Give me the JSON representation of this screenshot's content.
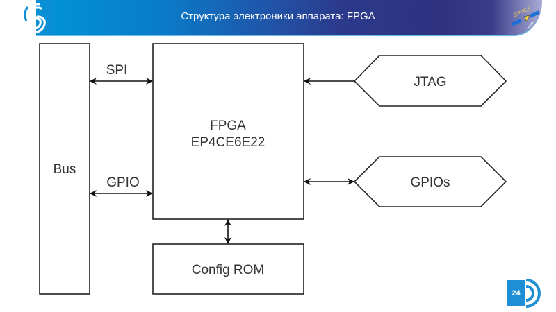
{
  "header": {
    "title": "Структура электроники аппарата: FPGA",
    "left_logo_icon": "s-logo-icon",
    "right_logo_icon": "space-satellite-logo-icon",
    "right_logo_text": "SPACE"
  },
  "diagram": {
    "blocks": {
      "bus": "Bus",
      "fpga_line1": "FPGA",
      "fpga_line2": "EP4CE6E22",
      "config_rom": "Config ROM"
    },
    "interfaces": {
      "jtag": "JTAG",
      "gpios": "GPIOs"
    },
    "connections": {
      "spi": "SPI",
      "gpio": "GPIO"
    }
  },
  "footer": {
    "page_number": "24"
  },
  "colors": {
    "header_start": "#0095d8",
    "header_end": "#2e3180",
    "accent": "#1e8fd6",
    "stroke": "#222222"
  }
}
